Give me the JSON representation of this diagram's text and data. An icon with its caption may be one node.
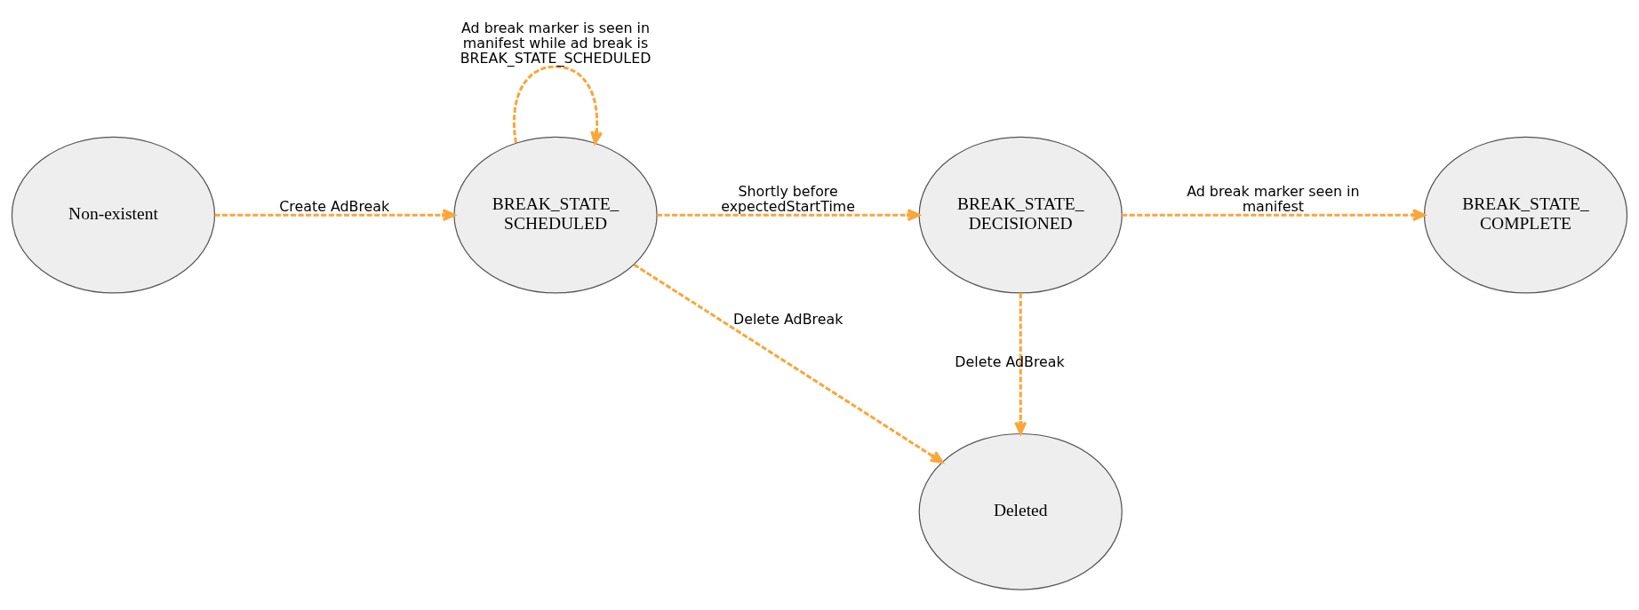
{
  "diagram": {
    "nodes": [
      {
        "text": [
          "Non-existent"
        ]
      },
      {
        "text": [
          "BREAK_STATE_ SCHEDULED"
        ]
      },
      {
        "text": [
          "BREAK_STATE_ DECISIONED"
        ]
      },
      {
        "text": [
          "BREAK_STATE_ COMPLETE"
        ]
      },
      {
        "text": [
          "Deleted"
        ]
      }
    ],
    "edges": [
      {
        "from": 0,
        "to": 1,
        "arrow": "to",
        "label": "Create AdBreak",
        "style": "dashed"
      },
      {
        "from": 1,
        "to": 1,
        "arrow": "to",
        "label": "Ad break marker is seen in manifest while ad break is BREAK_STATE_SCHEDULED",
        "style": "dashed"
      },
      {
        "from": 1,
        "to": 2,
        "arrow": "to",
        "label": "Shortly before expectedStartTime",
        "style": "dashed"
      },
      {
        "from": 2,
        "to": 3,
        "arrow": "to",
        "label": "Ad break marker seen in manifest",
        "style": "dashed"
      },
      {
        "from": 1,
        "to": 4,
        "arrow": "to",
        "label": "Delete AdBreak",
        "style": "dashed"
      },
      {
        "from": 2,
        "to": 4,
        "arrow": "to",
        "label": "Delete AdBreak",
        "style": "dashed"
      }
    ]
  }
}
